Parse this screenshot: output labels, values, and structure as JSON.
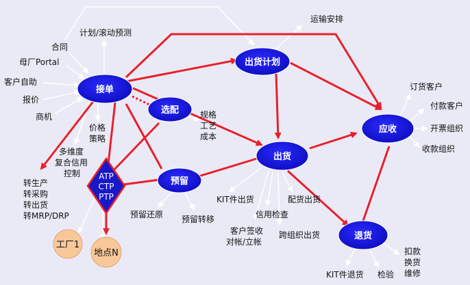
{
  "nodes": {
    "order": "接单",
    "ship_plan": "出货计划",
    "config": "选配",
    "shipment": "出货",
    "ar": "应收",
    "reserve": "预留",
    "returns": "退货",
    "atp": [
      "ATP",
      "CTP",
      "PTP"
    ],
    "factory": "工厂1",
    "location": "地点N"
  },
  "inputs": [
    "合同",
    "母厂Portal",
    "客户自助",
    "报价",
    "商机"
  ],
  "order_labels": {
    "plan": "计划/滚动预测",
    "price": [
      "价格",
      "策略"
    ],
    "credit": [
      "多维度",
      "复合信用",
      "控制"
    ],
    "transfer": [
      "转生产",
      "转采购",
      "转出货",
      "转MRP/DRP"
    ]
  },
  "config_labels": [
    "规格",
    "工艺",
    "成本"
  ],
  "ship_plan_labels": [
    "运输安排"
  ],
  "shipment_labels": {
    "kit": "KIT件出货",
    "sign": [
      "客户签收",
      "对帐/立帐"
    ],
    "credit_check": "信用检查",
    "parts": "配货出货",
    "cross_org": "跨组织出货"
  },
  "reserve_labels": [
    "预留还原",
    "预留转移"
  ],
  "ar_labels": [
    "订货客户",
    "付款客户",
    "开票组织",
    "收款组织"
  ],
  "returns_labels": {
    "kit": "KIT件退货",
    "inspect": "检验",
    "actions": [
      "扣款",
      "换货",
      "维修"
    ]
  },
  "colors": {
    "background": "#eaeaf6",
    "node_fill": "#1212e0",
    "flow_red": "#e8202a",
    "thin_white": "#ffffff",
    "circle_fill": "#f8c898"
  }
}
